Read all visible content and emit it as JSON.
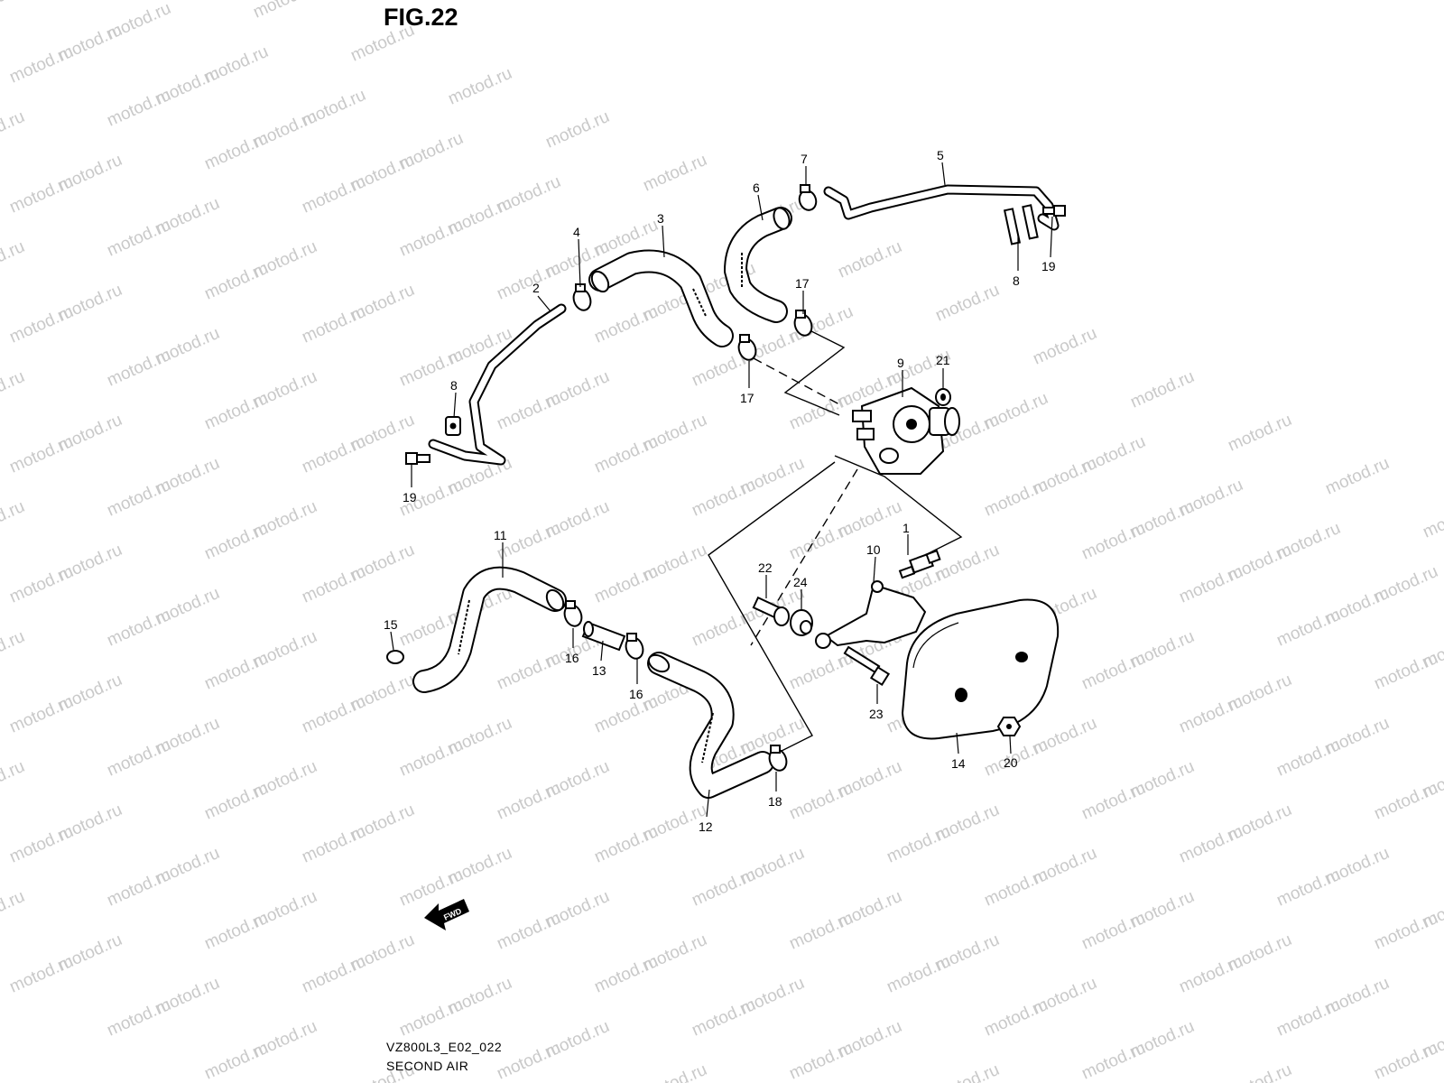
{
  "figure": {
    "title": "FIG.22",
    "code": "VZ800L3_E02_022",
    "caption": "SECOND AIR",
    "direction_label": "FWD",
    "watermark_text": "motod.ru"
  },
  "callouts": [
    {
      "id": "c1",
      "number": "1"
    },
    {
      "id": "c2",
      "number": "2"
    },
    {
      "id": "c3",
      "number": "3"
    },
    {
      "id": "c4",
      "number": "4"
    },
    {
      "id": "c5",
      "number": "5"
    },
    {
      "id": "c6",
      "number": "6"
    },
    {
      "id": "c7",
      "number": "7"
    },
    {
      "id": "c8a",
      "number": "8"
    },
    {
      "id": "c8b",
      "number": "8"
    },
    {
      "id": "c9",
      "number": "9"
    },
    {
      "id": "c10",
      "number": "10"
    },
    {
      "id": "c11",
      "number": "11"
    },
    {
      "id": "c12",
      "number": "12"
    },
    {
      "id": "c13",
      "number": "13"
    },
    {
      "id": "c14",
      "number": "14"
    },
    {
      "id": "c15",
      "number": "15"
    },
    {
      "id": "c16a",
      "number": "16"
    },
    {
      "id": "c16b",
      "number": "16"
    },
    {
      "id": "c17a",
      "number": "17"
    },
    {
      "id": "c17b",
      "number": "17"
    },
    {
      "id": "c18",
      "number": "18"
    },
    {
      "id": "c19a",
      "number": "19"
    },
    {
      "id": "c19b",
      "number": "19"
    },
    {
      "id": "c20",
      "number": "20"
    },
    {
      "id": "c21",
      "number": "21"
    },
    {
      "id": "c22",
      "number": "22"
    },
    {
      "id": "c23",
      "number": "23"
    },
    {
      "id": "c24",
      "number": "24"
    }
  ]
}
